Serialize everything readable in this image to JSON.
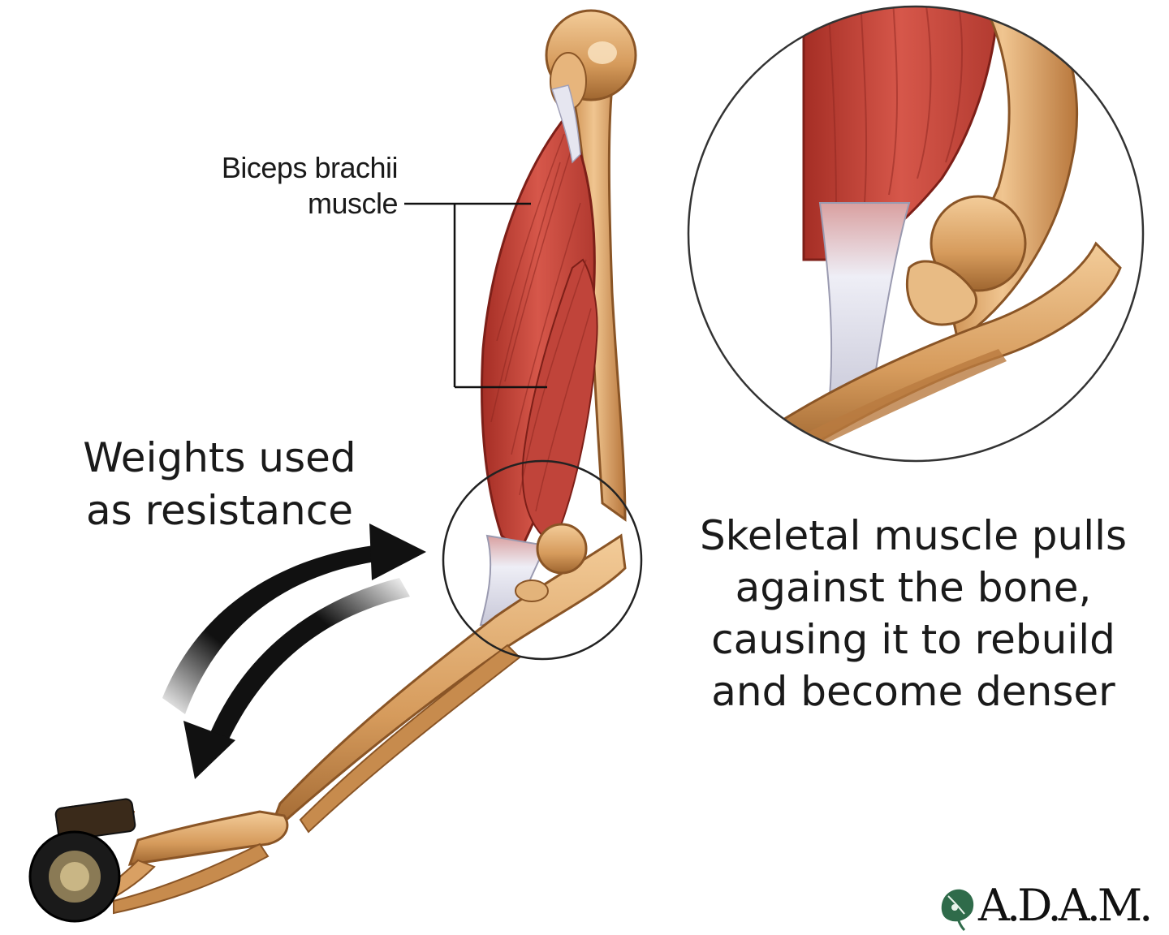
{
  "labels": {
    "biceps": [
      "Biceps brachii",
      "muscle"
    ],
    "weights": [
      "Weights used",
      "as resistance"
    ],
    "skeletal": [
      "Skeletal muscle pulls",
      "against the bone,",
      "causing it to rebuild",
      "and become denser"
    ]
  },
  "logo": {
    "text": "A.D.A.M.",
    "icon": "leaf-icon"
  },
  "colors": {
    "muscle": "#c8453a",
    "muscle_dark": "#9e2a22",
    "bone": "#e3b37a",
    "bone_shadow": "#a86d36",
    "tendon": "#e8e8f2",
    "arrow": "#111111",
    "leaf": "#2f6b4a"
  }
}
